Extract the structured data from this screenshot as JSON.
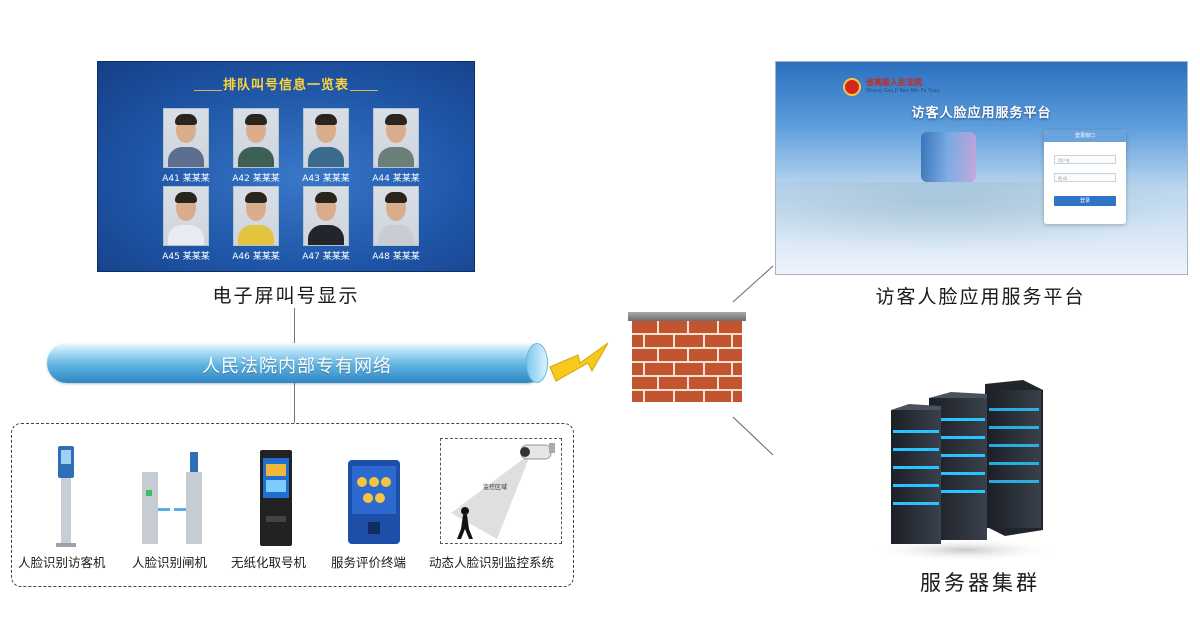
{
  "queue_display": {
    "title": "排队叫号信息一览表",
    "entries": [
      {
        "label": "A41 某某某"
      },
      {
        "label": "A42 某某某"
      },
      {
        "label": "A43 某某某"
      },
      {
        "label": "A44 某某某"
      },
      {
        "label": "A45 某某某"
      },
      {
        "label": "A46 某某某"
      },
      {
        "label": "A47 某某某"
      },
      {
        "label": "A48 某某某"
      }
    ],
    "caption": "电子屏叫号显示",
    "colors": {
      "background": "#1f56a8",
      "title": "#ffd43a"
    }
  },
  "platform": {
    "court_name": "省高级人民法院",
    "court_subtitle": "Sheng Gao Ji Ren Min Fa Yuan",
    "title": "访客人脸应用服务平台",
    "login": {
      "tab": "登录窗口",
      "username_placeholder": "用户名",
      "password_placeholder": "密 码",
      "button": "登录"
    },
    "caption": "访客人脸应用服务平台"
  },
  "network": {
    "label": "人民法院内部专有网络",
    "color": "#3a92cf"
  },
  "firewall": {
    "icon": "brick-firewall-icon",
    "link_icon": "lightning-icon",
    "colors": {
      "brick": "#c2552f",
      "bolt": "#f7c81e"
    }
  },
  "devices": [
    {
      "icon": "face-kiosk-icon",
      "label": "人脸识别访客机"
    },
    {
      "icon": "turnstile-gate-icon",
      "label": "人脸识别闸机"
    },
    {
      "icon": "ticket-kiosk-icon",
      "label": "无纸化取号机"
    },
    {
      "icon": "evaluation-terminal-icon",
      "label": "服务评价终端"
    },
    {
      "icon": "surveillance-camera-icon",
      "label": "动态人脸识别监控系统",
      "zone_label": "监控区域"
    }
  ],
  "server": {
    "icon": "server-rack-icon",
    "caption": "服务器集群",
    "accent": "#29c3ff"
  }
}
